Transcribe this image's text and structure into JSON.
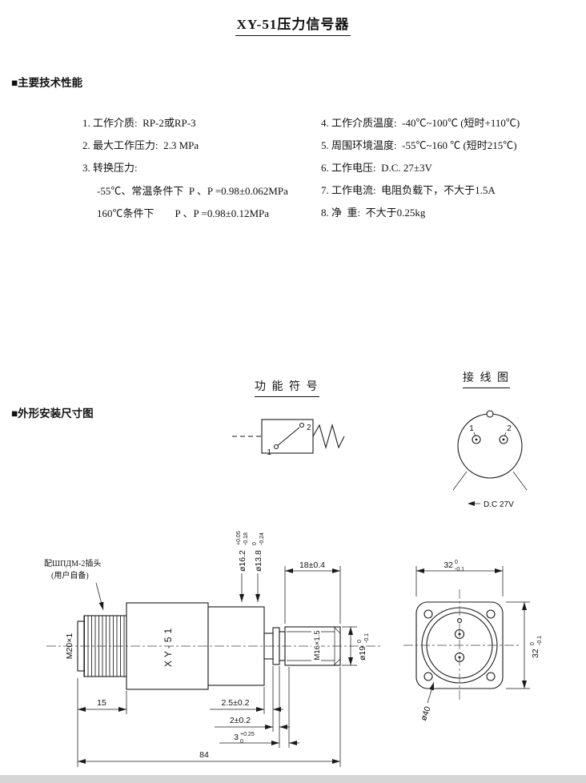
{
  "colors": {
    "ink": "#1a1a1a",
    "paper": "#ffffff"
  },
  "title": "XY-51压力信号器",
  "specs": {
    "heading": "■主要技术性能",
    "left": [
      "1. 工作介质:  RP-2或RP-3",
      "2. 最大工作压力:  2.3 MPa",
      "3. 转换压力:",
      "-55℃、常温条件下  P 、P =0.98±0.062MPa",
      "160℃条件下        P 、P =0.98±0.12MPa"
    ],
    "right": [
      "4. 工作介质温度:  -40℃~100℃ (短时+110℃)",
      "5. 周围环境温度:  -55℃~160 ℃ (短时215℃)",
      "6. 工作电压:  D.C. 27±3V",
      "7. 工作电流:  电阻负载下，不大于1.5A",
      "8. 净  重:  不大于0.25kg"
    ]
  },
  "labels": {
    "outline_heading": "■外形安装尺寸图",
    "function_symbol": "功 能 符 号",
    "wiring": "接 线 图",
    "dc_supply": "D.C 27V",
    "fs_pin1": "1",
    "fs_pin2": "2",
    "w_pin1": "1",
    "w_pin2": "2",
    "connector_note1": "配ШПДМ-2插头",
    "connector_note2": "(用户自备)"
  },
  "dims": {
    "m20": "M20×1",
    "body": "XY-51",
    "d162": "ø16.2",
    "d162_up": "+0.05",
    "d162_dn": "-0.18",
    "d138": "ø13.8",
    "d138_up": "0",
    "d138_dn": "-0.24",
    "len18": "18±0.4",
    "m16": "M16×1.5",
    "d19": "ø19",
    "d19_up": "0",
    "d19_dn": "-0.1",
    "len15": "15",
    "len25": "2.5±0.2",
    "len2": "2±0.2",
    "len3": "3",
    "len3_up": "+0.25",
    "len3_dn": "0",
    "len84": "84",
    "w32_top": "32",
    "w32_top_up": "0",
    "w32_top_dn": "-0.1",
    "w32_side": "32",
    "w32_side_up": "0",
    "w32_side_dn": "-0.1",
    "d40": "ø40"
  }
}
